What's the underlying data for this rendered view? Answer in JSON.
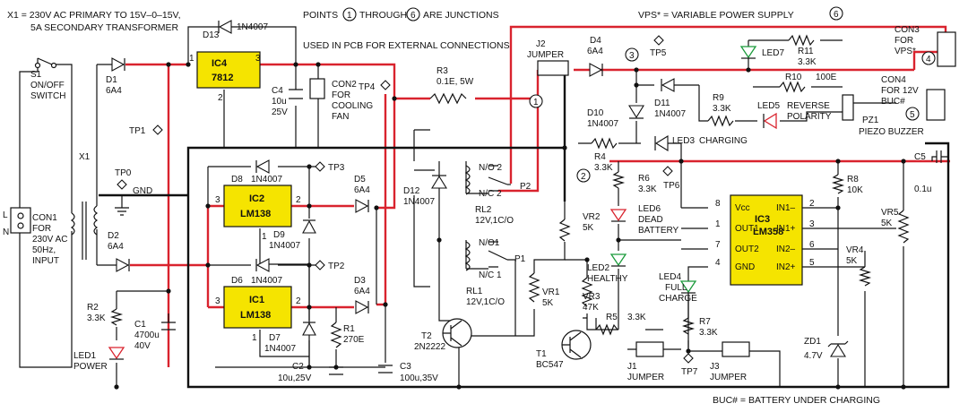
{
  "notes": {
    "transformer": "X1 = 230V AC PRIMARY TO 15V–0–15V,",
    "transformer2": "5A SECONDARY TRANSFORMER",
    "points": "POINTS",
    "through": "THROUGH",
    "junctions": "ARE JUNCTIONS",
    "pcb": "USED IN PCB FOR EXTERNAL CONNECTIONS",
    "vps": "VPS* = VARIABLE POWER SUPPLY",
    "buc": "BUC# = BATTERY UNDER CHARGING"
  },
  "junctions": [
    "1",
    "2",
    "3",
    "4",
    "5",
    "6"
  ],
  "ics": [
    {
      "ref": "IC4",
      "part": "7812"
    },
    {
      "ref": "IC2",
      "part": "LM138"
    },
    {
      "ref": "IC1",
      "part": "LM138"
    },
    {
      "ref": "IC3",
      "part": "LM358"
    }
  ],
  "ic3_pins_left": [
    "Vcc",
    "OUT1",
    "OUT2",
    "GND"
  ],
  "ic3_pins_right": [
    "IN1–",
    "IN1+",
    "IN2–",
    "IN2+"
  ],
  "ic3_pin_nums_left": [
    "8",
    "1",
    "7",
    "4"
  ],
  "ic3_pin_nums_right": [
    "2",
    "3",
    "6",
    "5"
  ],
  "labels": {
    "s1": "S1",
    "s1a": "ON/OFF",
    "s1b": "SWITCH",
    "con1": "CON1",
    "con1a": "FOR",
    "con1b": "230V AC",
    "con1c": "50Hz,",
    "con1d": "INPUT",
    "L": "L",
    "N": "N",
    "x1": "X1",
    "d1": "D1",
    "d1v": "6A4",
    "d2": "D2",
    "d2v": "6A4",
    "tp0": "TP0",
    "gnd": "GND",
    "tp1": "TP1",
    "tp2": "TP2",
    "tp3": "TP3",
    "tp4": "TP4",
    "tp5": "TP5",
    "tp6": "TP6",
    "tp7": "TP7",
    "d13": "D13",
    "d13v": "1N4007",
    "c4": "C4",
    "c4a": "10u",
    "c4b": "25V",
    "con2": "CON2",
    "con2a": "FOR",
    "con2b": "COOLING",
    "con2c": "FAN",
    "d8": "D8",
    "d8v": "1N4007",
    "d9": "D9",
    "d9v": "1N4007",
    "d5": "D5",
    "d5v": "6A4",
    "d6": "D6",
    "d6v": "1N4007",
    "d7": "D7",
    "d7v": "1N4007",
    "d3": "D3",
    "d3v": "6A4",
    "r1": "R1",
    "r1v": "270E",
    "c2": "C2",
    "c2v": "10u,25V",
    "c3": "C3",
    "c3v": "100u,35V",
    "r2": "R2",
    "r2v": "3.3K",
    "c1": "C1",
    "c1a": "4700u",
    "c1b": "40V",
    "led1": "LED1",
    "led1a": "POWER",
    "r3": "R3",
    "r3v": "0.1E, 5W",
    "d12": "D12",
    "d12v": "1N4007",
    "rl2": "RL2",
    "rl2v": "12V,1C/O",
    "rl1": "RL1",
    "rl1v": "12V,1C/O",
    "no2": "N/O 2",
    "nc2": "N/C 2",
    "p2": "P2",
    "no1": "N/O1",
    "nc1": "N/C 1",
    "p1": "P1",
    "j2": "J2",
    "j2a": "JUMPER",
    "d4": "D4",
    "d4v": "6A4",
    "d10": "D10",
    "d10v": "1N4007",
    "d11": "D11",
    "d11v": "1N4007",
    "r4": "R4",
    "r4v": "3.3K",
    "led3": "LED3",
    "led3a": "CHARGING",
    "r9": "R9",
    "r9v": "3.3K",
    "led5": "LED5",
    "led5a": "REVERSE",
    "led5b": "POLARITY",
    "r10": "R10",
    "r10v": "100E",
    "pz1": "PZ1",
    "pz1a": "PIEZO BUZZER",
    "r11": "R11",
    "r11v": "3.3K",
    "led7": "LED7",
    "con3": "CON3",
    "con3a": "FOR",
    "con3b": "VPS*",
    "con4": "CON4",
    "con4a": "FOR 12V",
    "con4b": "BUC#",
    "r6": "R6",
    "r6v": "3.3K",
    "led6": "LED6",
    "led6a": "DEAD",
    "led6b": "BATTERY",
    "led2": "LED2",
    "led2a": "HEALTHY",
    "vr2": "VR2",
    "vr2v": "5K",
    "vr1": "VR1",
    "vr1v": "5K",
    "vr3": "VR3",
    "vr3v": "47K",
    "r5": "R5",
    "r5v": "3.3K",
    "t2": "T2",
    "t2v": "2N2222",
    "t1": "T1",
    "t1v": "BC547",
    "j1": "J1",
    "j1a": "JUMPER",
    "j3": "J3",
    "j3a": "JUMPER",
    "led4": "LED4",
    "led4a": "FULL",
    "led4b": "CHARGE",
    "r7": "R7",
    "r7v": "3.3K",
    "r8": "R8",
    "r8v": "10K",
    "vr4": "VR4",
    "vr4v": "5K",
    "vr5": "VR5",
    "vr5v": "5K",
    "c5": "C5",
    "c5v": "0.1u",
    "zd1": "ZD1",
    "zd1v": "4.7V",
    "p1pin": "1",
    "p2pin": "2",
    "p3pin": "3"
  }
}
